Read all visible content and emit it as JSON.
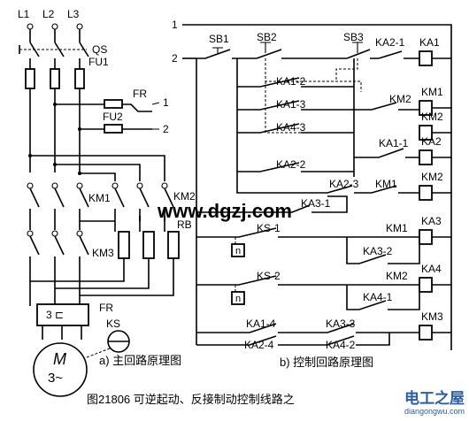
{
  "power": {
    "phases": [
      "L1",
      "L2",
      "L3"
    ],
    "qs": "QS",
    "fu1": "FU1",
    "fu2": "FU2",
    "fr_relay": "FR",
    "out1": "1",
    "out2": "2",
    "km1": "KM1",
    "km2": "KM2",
    "km3": "KM3",
    "rb": "RB",
    "fr_block": "FR",
    "fr_symbol": "3 ⊏",
    "ks": "KS",
    "motor_m": "M",
    "motor_3": "3~"
  },
  "control": {
    "rail1": "1",
    "rail2": "2",
    "sb1": "SB1",
    "sb2": "SB2",
    "sb3": "SB3",
    "coils": [
      "KA1",
      "KM1",
      "KM2",
      "KA2",
      "KM2",
      "KA3",
      "KA4",
      "KM3"
    ],
    "contacts": {
      "ka2_1": "KA2-1",
      "ka1_2": "KA1-2",
      "ka1_3": "KA1-3",
      "km2_a": "KM2",
      "ka4_3": "KA4-3",
      "ka1_1": "KA1-1",
      "ka2_2": "KA2-2",
      "ka2_3": "KA2-3",
      "km1_a": "KM1",
      "ka3_1": "KA3-1",
      "ks_1": "KS-1",
      "km1_b": "KM1",
      "ka3_2": "KA3-2",
      "ks_2": "KS-2",
      "km2_b": "KM2",
      "ka4_1": "KA4-1",
      "ka1_4": "KA1-4",
      "ka3_3": "KA3-3",
      "ka2_4": "KA2-4",
      "ka4_2": "KA4-2"
    },
    "ks_symbol": "n"
  },
  "captions": {
    "a": "a) 主回路原理图",
    "b": "b) 控制回路原理图",
    "figure": "图21806  可逆起动、反接制动控制线路之"
  },
  "watermark": "www.dgzj.com",
  "logo": {
    "main": "电工之屋",
    "sub": "diangongwu.com"
  }
}
